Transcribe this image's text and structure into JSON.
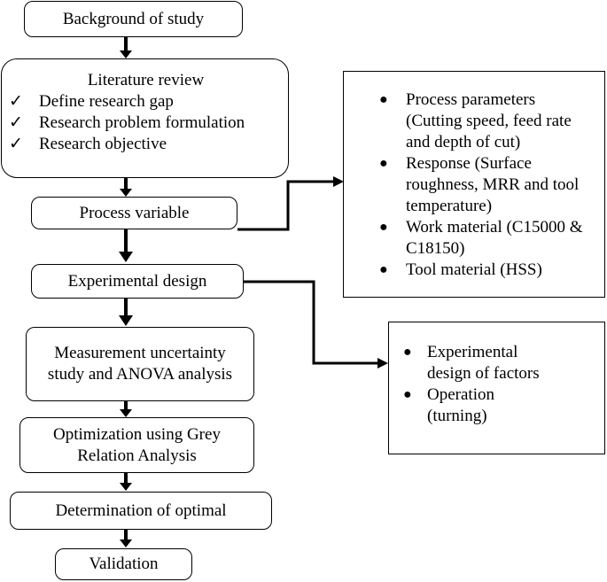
{
  "steps": {
    "background": "Background of study",
    "literature": {
      "title": "Literature review",
      "items": [
        "Define research gap",
        "Research problem formulation",
        "Research objective"
      ]
    },
    "process_variable": "Process variable",
    "experimental_design": "Experimental design",
    "measurement": [
      "Measurement uncertainty",
      "study and ANOVA analysis"
    ],
    "optimization": [
      "Optimization using Grey",
      "Relation Analysis"
    ],
    "determination": "Determination of optimal",
    "validation": "Validation"
  },
  "process_details": [
    [
      "Process parameters",
      "(Cutting speed, feed rate",
      "and depth of cut)"
    ],
    [
      "Response (Surface",
      "roughness, MRR and tool",
      "temperature)"
    ],
    [
      "Work material (C15000 &",
      "C18150)"
    ],
    [
      "Tool material (HSS)"
    ]
  ],
  "design_details": [
    [
      "Experimental",
      "design of factors"
    ],
    [
      "Operation",
      "(turning)"
    ]
  ],
  "icons": {
    "check": "✓",
    "bullet": "●"
  }
}
